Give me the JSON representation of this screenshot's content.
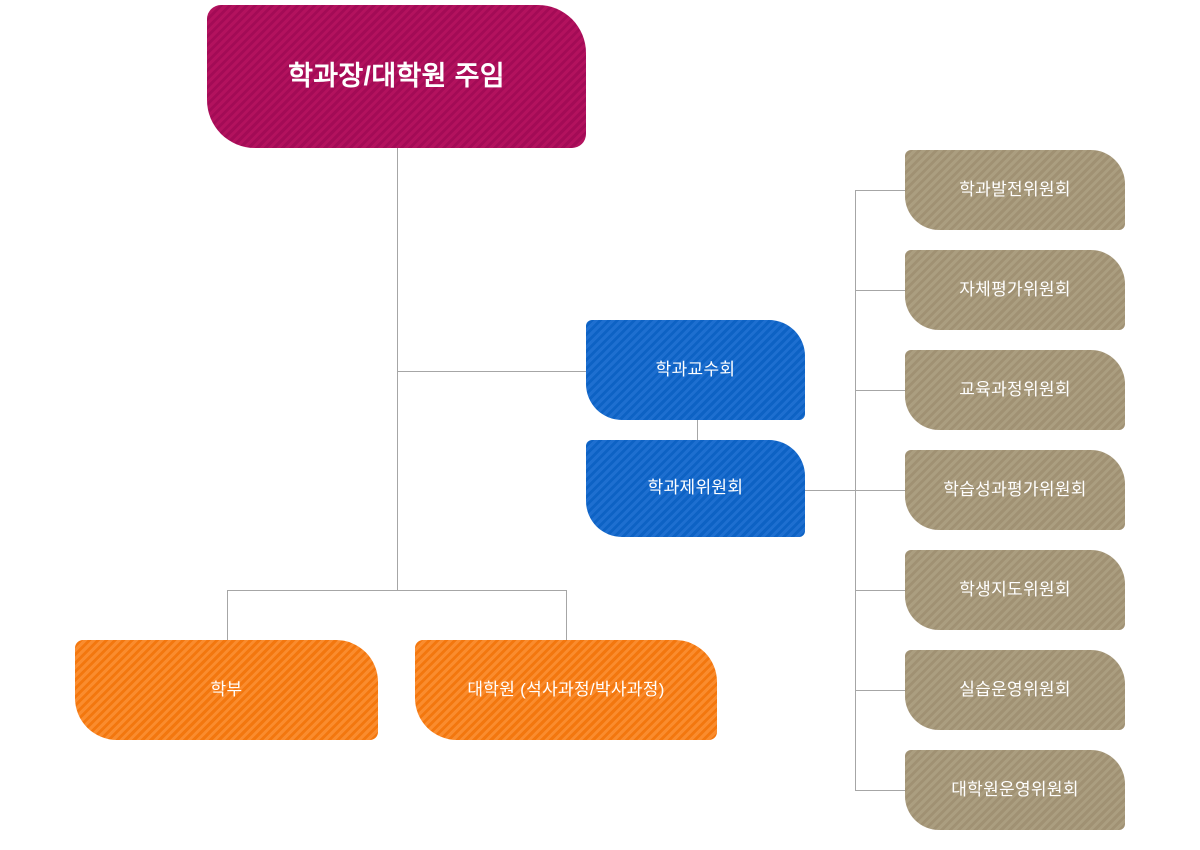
{
  "colors": {
    "background": "#ffffff",
    "connector": "#a6a6a6",
    "label_text": "#ffffff",
    "magenta_dark": "#a30b56",
    "magenta_light": "#b3125e",
    "blue_dark": "#0d62c4",
    "blue_light": "#1e6fd0",
    "orange_dark": "#f3770e",
    "orange_light": "#fa8c2e",
    "tan_dark": "#a09173",
    "tan_light": "#ab9e80"
  },
  "org_chart": {
    "root": {
      "label": "학과장/대학원 주임"
    },
    "faculty_council": {
      "label": "학과교수회"
    },
    "dept_committees": {
      "label": "학과제위원회"
    },
    "undergraduate": {
      "label": "학부"
    },
    "graduate": {
      "label": "대학원 (석사과정/박사과정)"
    },
    "committees": [
      {
        "label": "학과발전위원회"
      },
      {
        "label": "자체평가위원회"
      },
      {
        "label": "교육과정위원회"
      },
      {
        "label": "학습성과평가위원회"
      },
      {
        "label": "학생지도위원회"
      },
      {
        "label": "실습운영위원회"
      },
      {
        "label": "대학원운영위원회"
      }
    ]
  }
}
